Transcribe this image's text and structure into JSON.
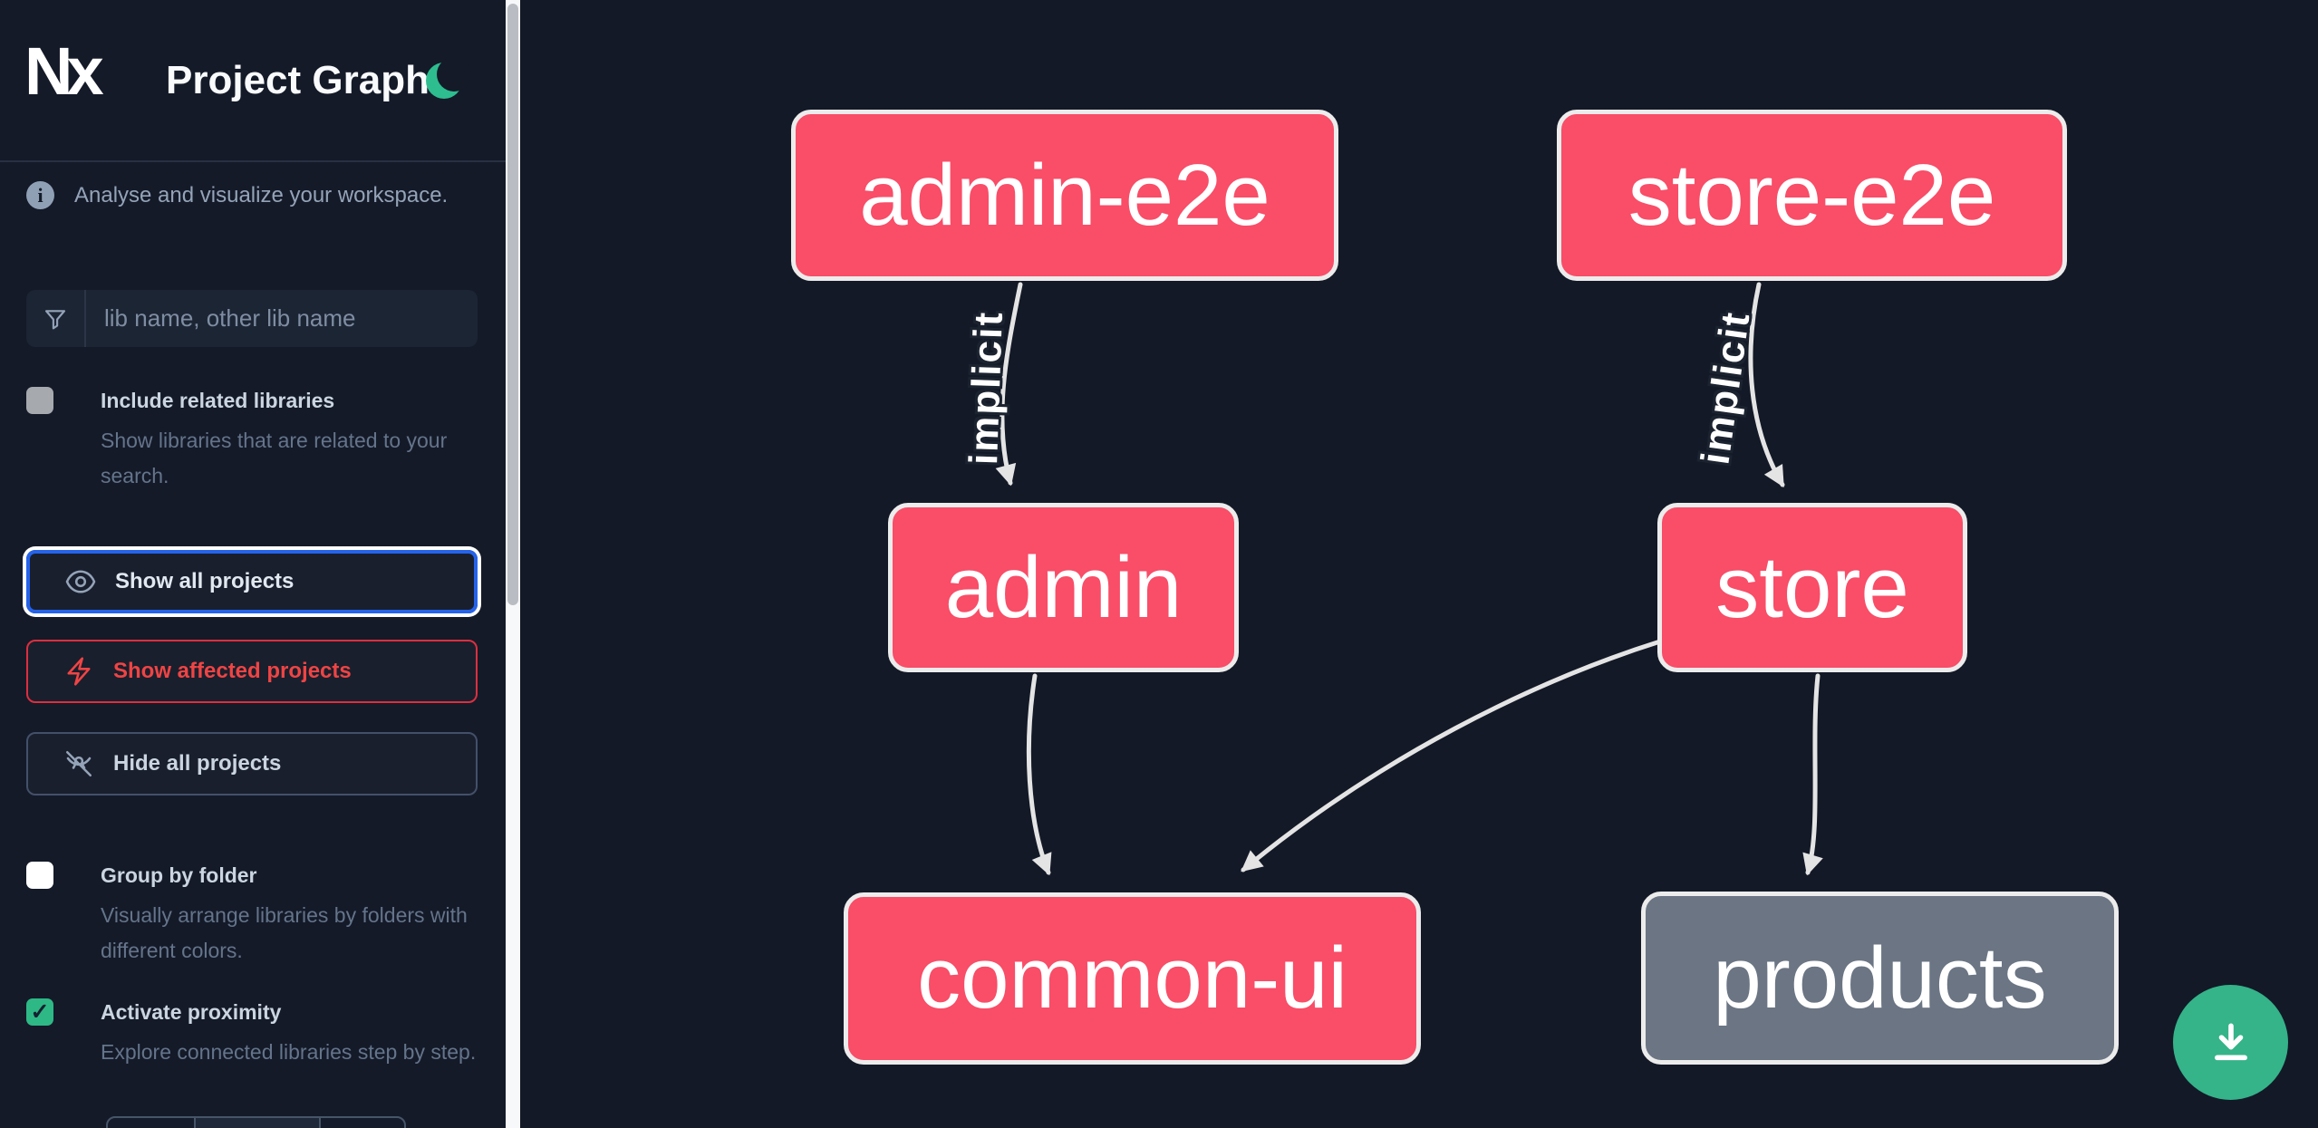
{
  "app": {
    "logo_text": "Nx",
    "title": "Project Graph",
    "theme_toggle_icon": "moon-icon"
  },
  "sidebar": {
    "tagline": "Analyse and visualize your workspace.",
    "filter": {
      "placeholder": "lib name, other lib name",
      "value": ""
    },
    "buttons": [
      {
        "label": "Show all projects",
        "icon": "eye-icon",
        "state": "focused"
      },
      {
        "label": "Show affected projects",
        "icon": "bolt-icon",
        "state": "affected"
      },
      {
        "label": "Hide all projects",
        "icon": "eye-off-icon",
        "state": "default"
      }
    ],
    "options": [
      {
        "label": "Include related libraries",
        "description": "Show libraries that are related to your search.",
        "checked": false
      },
      {
        "label": "Group by folder",
        "description": "Visually arrange libraries by folders with different colors.",
        "checked": false
      },
      {
        "label": "Activate proximity",
        "description": "Explore connected libraries step by step.",
        "checked": true
      }
    ],
    "proximity_check_glyph": "✓"
  },
  "graph": {
    "nodes": [
      {
        "id": "admin-e2e",
        "label": "admin-e2e",
        "style": "affected"
      },
      {
        "id": "store-e2e",
        "label": "store-e2e",
        "style": "affected"
      },
      {
        "id": "admin",
        "label": "admin",
        "style": "affected"
      },
      {
        "id": "store",
        "label": "store",
        "style": "affected"
      },
      {
        "id": "common-ui",
        "label": "common-ui",
        "style": "affected"
      },
      {
        "id": "products",
        "label": "products",
        "style": "default"
      }
    ],
    "edges": [
      {
        "from": "admin-e2e",
        "to": "admin",
        "label": "implicit"
      },
      {
        "from": "store-e2e",
        "to": "store",
        "label": "implicit"
      },
      {
        "from": "admin",
        "to": "common-ui",
        "label": ""
      },
      {
        "from": "store",
        "to": "common-ui",
        "label": ""
      },
      {
        "from": "store",
        "to": "products",
        "label": ""
      }
    ]
  },
  "fab": {
    "icon": "download-icon"
  },
  "colors": {
    "sidebar_bg": "#141a28",
    "graph_bg": "#131927",
    "affected_node": "#f94d68",
    "default_node": "#6b7584",
    "node_border": "#ececec",
    "edge": "#e4e4e4",
    "accent_green": "#2ebd8f",
    "focus_blue": "#2563eb",
    "alert_red": "#ef4444",
    "fab_green": "#35b389"
  }
}
